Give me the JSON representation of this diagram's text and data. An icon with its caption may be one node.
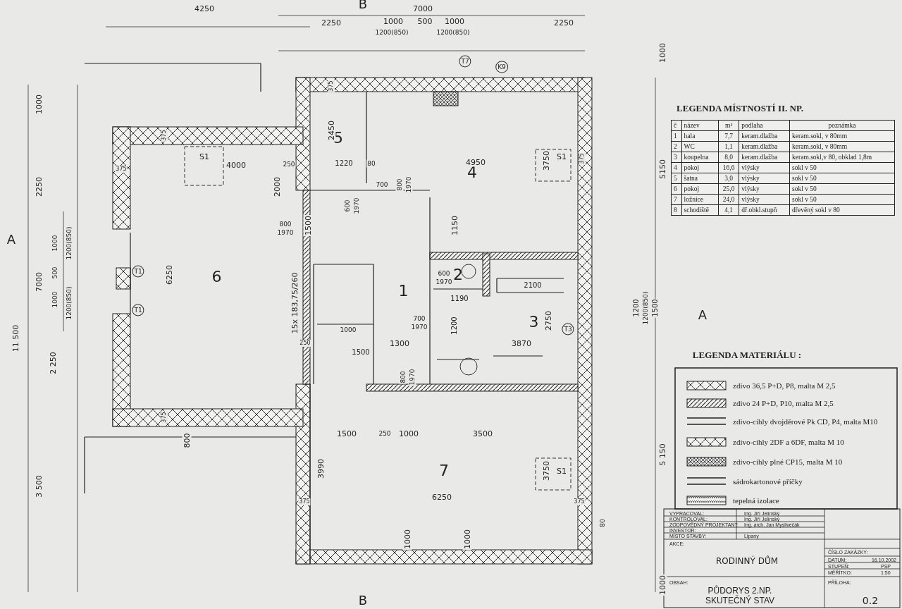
{
  "diagram": {
    "title": "PŮDORYS 2.NP. SKUTEČNÝ STAV",
    "nodes": [
      {
        "text": [
          "6"
        ]
      },
      {
        "text": [
          "5"
        ]
      },
      {
        "text": [
          "4"
        ]
      },
      {
        "text": [
          "1"
        ]
      },
      {
        "text": [
          "2"
        ]
      },
      {
        "text": [
          "3"
        ]
      },
      {
        "text": [
          "7"
        ]
      }
    ],
    "edges": [],
    "labels": [
      "4250",
      "B",
      "7000",
      "2250",
      "1000",
      "500",
      "1000",
      "2250",
      "1200(850)",
      "1200(850)",
      "1000",
      "11 500",
      "1000",
      "2250",
      "7000",
      "1000",
      "500",
      "1000",
      "1200(850)",
      "1200(850)",
      "2 250",
      "3 500",
      "A",
      "S1",
      "4000",
      "375",
      "375",
      "6250",
      "2000",
      "250",
      "15x 183,75/260",
      "375",
      "800",
      "375",
      "2450",
      "1220",
      "80",
      "4950",
      "S1",
      "3750",
      "375",
      "5150",
      "1500",
      "600",
      "1970",
      "800",
      "1970",
      "700",
      "800",
      "1970",
      "1150",
      "600",
      "1970",
      "1190",
      "2100",
      "700",
      "1970",
      "3870",
      "2750",
      "1300",
      "1200",
      "1500",
      "1000",
      "800",
      "1970",
      "250",
      "1500",
      "250",
      "1000",
      "3500",
      "3990",
      "6250",
      "S1",
      "3750",
      "375",
      "375",
      "80",
      "1000",
      "1000",
      "B",
      "1000",
      "5 150",
      "1200",
      "1200(850)",
      "1500",
      "A",
      "T1",
      "T1",
      "T3",
      "K9",
      "T7",
      "LEGENDA MÍSTNOSTÍ II. NP.",
      "č",
      "název",
      "m²",
      "podlaha",
      "poznámka",
      "1",
      "hala",
      "7,7",
      "keram.dlažba",
      "keram.sokl, v 80mm",
      "2",
      "WC",
      "1,1",
      "keram.dlažba",
      "keram.sokl, v 80mm",
      "3",
      "koupelna",
      "8,0",
      "keram.dlažba",
      "keram.sokl,v 80, obklad 1,8m",
      "4",
      "pokoj",
      "16,6",
      "vlýsky",
      "sokl v 50",
      "5",
      "šatna",
      "3,0",
      "vlýsky",
      "sokl v 50",
      "6",
      "pokoj",
      "25,0",
      "vlýsky",
      "sokl v 50",
      "7",
      "ložnice",
      "24,0",
      "vlýsky",
      "sokl v 50",
      "8",
      "schodiště",
      "4,1",
      "dř.obkl.stupň",
      "dřevěný sokl v 80",
      "LEGENDA MATERIÁLU :",
      "VYPRACOVAL:",
      "Ing. Jiří Jelínský",
      "KONTROLOVAL:",
      "Ing. Jiří Jelínský",
      "ZODPOVĚDNÝ PROJEKTANT:",
      "Ing. arch. Jan Myslivečák",
      "INVESTOR:",
      "MÍSTO STAVBY:",
      "Lipany",
      "AKCE:",
      "RODINNÝ DŮM",
      "ČÍSLO ZAKÁZKY:",
      "DATUM:",
      "16.10.2002",
      "STUPEŇ:",
      "PSP",
      "MĚŘÍTKO:",
      "1:50",
      "OBSAH:",
      "PŘÍLOHA:",
      "0.2"
    ],
    "legend": [
      {
        "text": "zdivo 36,5 P+D, P8, malta M 2,5"
      },
      {
        "text": "zdivo 24 P+D, P10, malta M 2,5"
      },
      {
        "text": "zdivo-cihly dvojděrové Pk CD, P4, malta M10"
      },
      {
        "text": "zdivo-cihly 2DF a 6DF, malta M 10"
      },
      {
        "text": "zdivo-cihly plné CP15, malta M 10"
      },
      {
        "text": "sádrokartonové příčky"
      },
      {
        "text": "tepelná izolace"
      }
    ]
  }
}
